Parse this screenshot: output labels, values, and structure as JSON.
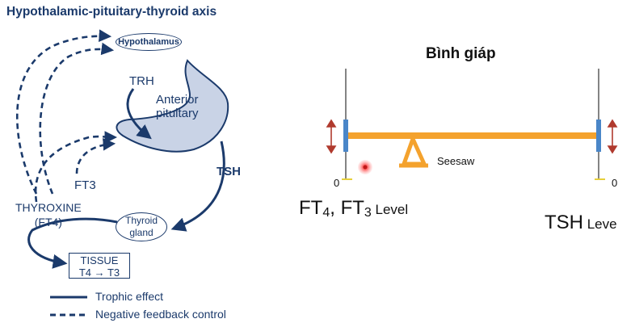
{
  "left_diagram": {
    "title": "Hypothalamic-pituitary-thyroid axis",
    "hypothalamus": "Hypothalamus",
    "trh": "TRH",
    "anterior_pituitary_line1": "Anterior",
    "anterior_pituitary_line2": "pituitary",
    "tsh": "TSH",
    "ft3": "FT3",
    "thyroxine_line1": "THYROXINE",
    "thyroxine_line2": "(FT4)",
    "thyroid_line1": "Thyroid",
    "thyroid_line2": "gland",
    "tissue_line1": "TISSUE",
    "tissue_line2": "T4 → T3",
    "legend_trophic": "Trophic effect",
    "legend_negative": "Negative feedback control",
    "colors": {
      "navy": "#1b3a6b",
      "pituitary_fill": "#c9d3e6"
    }
  },
  "right_panel": {
    "title": "Bình giáp",
    "seesaw_label": "Seesaw",
    "left_zero": "0",
    "right_zero": "0",
    "left_level_ft": "FT",
    "left_level_sub4": "4",
    "left_level_sep": ", FT",
    "left_level_sub3": "3",
    "left_level_word": " Level",
    "right_level_tsh": "TSH",
    "right_level_word": " Leve",
    "colors": {
      "beam": "#f4a22d",
      "end_bar": "#4a86c8",
      "double_arrow": "#b03a2e",
      "cursor": "#e02b2b"
    }
  }
}
